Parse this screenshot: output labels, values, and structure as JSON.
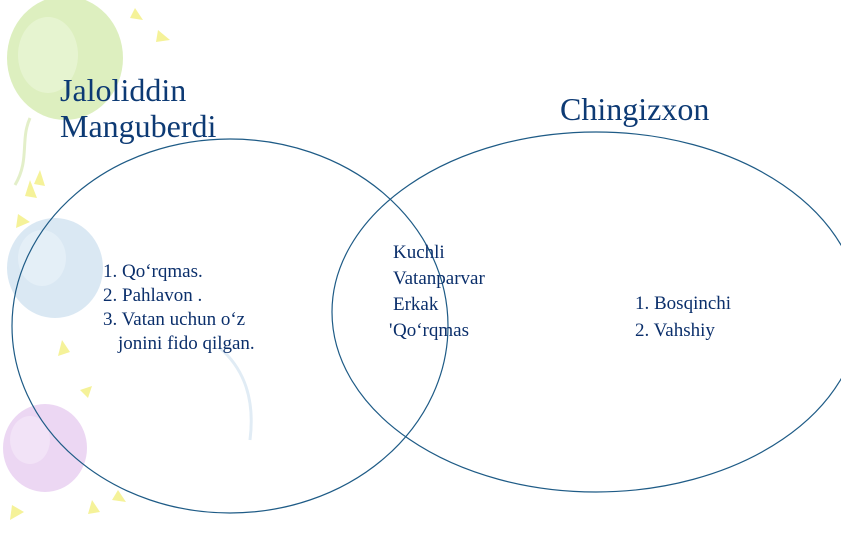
{
  "left_title": [
    "Jaloliddin",
    "Manguberdi"
  ],
  "right_title": "Chingizxon",
  "left_items": [
    "1. Qo‘rqmas.",
    "2. Pahlavon .",
    "3. Vatan uchun o‘z",
    "jonini fido qilgan."
  ],
  "shared_items": [
    "Kuchli",
    "Vatanparvar",
    "Erkak",
    "Qo‘rqmas"
  ],
  "shared_tick": "'",
  "right_items": [
    "1. Bosqinchi",
    "2. Vahshiy"
  ],
  "colors": {
    "circle_stroke": "#1e5b86",
    "text": "#0b2f6b",
    "title": "#0d3a74",
    "balloon_green": "#cfe6a8",
    "balloon_blue": "#cfe0ee",
    "balloon_purple": "#e6ccef",
    "sparkle": "#f3f08a"
  }
}
